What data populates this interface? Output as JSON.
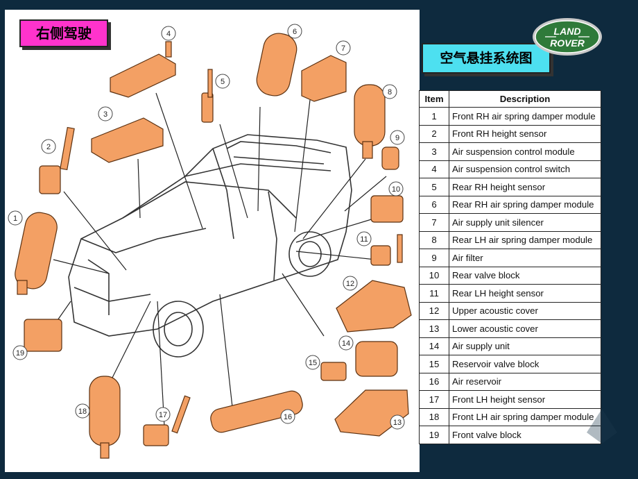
{
  "tag": "右侧驾驶",
  "title": "空气悬挂系统图",
  "logo": {
    "line1": "LAND",
    "line2": "ROVER",
    "color": "#2f7a3a"
  },
  "table": {
    "headers": {
      "item": "Item",
      "description": "Description"
    },
    "rows": [
      {
        "item": "1",
        "description": "Front RH air spring damper module"
      },
      {
        "item": "2",
        "description": "Front RH height sensor"
      },
      {
        "item": "3",
        "description": "Air suspension control module"
      },
      {
        "item": "4",
        "description": "Air suspension control switch"
      },
      {
        "item": "5",
        "description": "Rear RH height sensor"
      },
      {
        "item": "6",
        "description": "Rear RH air spring damper module"
      },
      {
        "item": "7",
        "description": "Air supply unit silencer"
      },
      {
        "item": "8",
        "description": "Rear LH air spring damper module"
      },
      {
        "item": "9",
        "description": "Air filter"
      },
      {
        "item": "10",
        "description": "Rear valve block"
      },
      {
        "item": "11",
        "description": "Rear LH height sensor"
      },
      {
        "item": "12",
        "description": "Upper acoustic cover"
      },
      {
        "item": "13",
        "description": "Lower acoustic cover"
      },
      {
        "item": "14",
        "description": "Air supply unit"
      },
      {
        "item": "15",
        "description": "Reservoir valve block"
      },
      {
        "item": "16",
        "description": "Air reservoir"
      },
      {
        "item": "17",
        "description": "Front LH height sensor"
      },
      {
        "item": "18",
        "description": "Front LH air spring damper module"
      },
      {
        "item": "19",
        "description": "Front valve block"
      }
    ]
  },
  "callouts": [
    "1",
    "2",
    "3",
    "4",
    "5",
    "6",
    "7",
    "8",
    "9",
    "10",
    "11",
    "12",
    "13",
    "14",
    "15",
    "16",
    "17",
    "18",
    "19"
  ],
  "colors": {
    "background": "#0e2a3e",
    "part": "#f3a064",
    "tag": "#ff33cc",
    "title": "#4de0f0"
  }
}
